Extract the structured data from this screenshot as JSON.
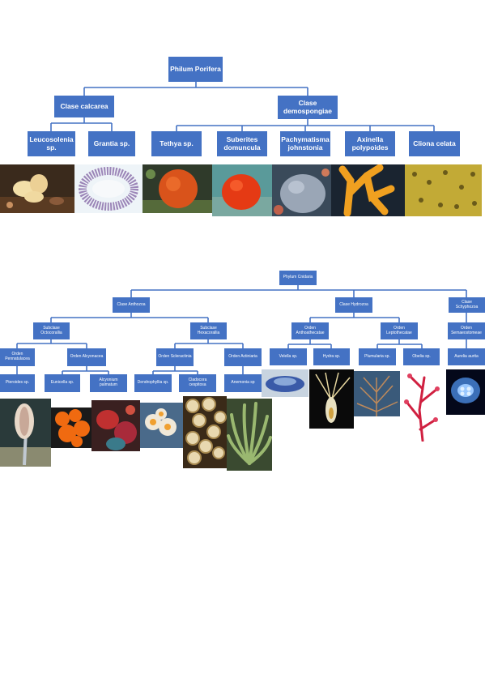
{
  "porifera": {
    "phylum": "Philum Porifera",
    "classes": [
      "Clase calcarea",
      "Clase demospongiae"
    ],
    "species": [
      "Leucosolenia sp.",
      "Grantia sp.",
      "Tethya sp.",
      "Suberites domuncula",
      "Pachymatisma johnstonia",
      "Axinella polypoides",
      "Cliona celata"
    ]
  },
  "cnidaria": {
    "phylum": "Phylum Cnidaria",
    "classes": [
      "Clase Anthozoa",
      "Clase Hydrozoa",
      "Clase Schyphozoa"
    ],
    "subclasses": [
      "Subclase Octocorallia",
      "Subclase Hexacorallia"
    ],
    "orders": [
      "Orden Pennatulacea",
      "Orden Alcyonacea",
      "Orden Scleractinia",
      "Orden Actiniaria",
      "Orden Anthoathecatae",
      "Orden Leptothecatae",
      "Orden Semaeostomeae"
    ],
    "species": [
      "Pteroides sp.",
      "Eunicella sp.",
      "Alcyonium palmatum",
      "Dendrophyllia sp.",
      "Cladocora cespitosa",
      "Anemonia sp",
      "Velella sp.",
      "Hydra sp.",
      "Plumularia sp.",
      "Obelia sp.",
      "Aurelia aurita"
    ]
  },
  "photos": {
    "porifera": [
      "cream-sponge-photo",
      "ring-sponge-photo",
      "orange-ball-sponge-photo",
      "red-sponge-photo",
      "grey-sponge-photo",
      "yellow-branching-sponge-photo",
      "yellow-boring-sponge-photo"
    ],
    "cnidaria": [
      "sea-pen-photo",
      "orange-gorgonian-photo",
      "red-soft-coral-photo",
      "orange-cup-coral-photo",
      "cushion-coral-photo",
      "green-anemone-photo",
      "blue-velella-photo",
      "hydra-photo",
      "brown-hydroid-photo",
      "pink-hydroid-photo",
      "moon-jellyfish-photo"
    ]
  },
  "colors": {
    "box": "#4472c4",
    "line": "#4472c4",
    "text": "#ffffff"
  }
}
